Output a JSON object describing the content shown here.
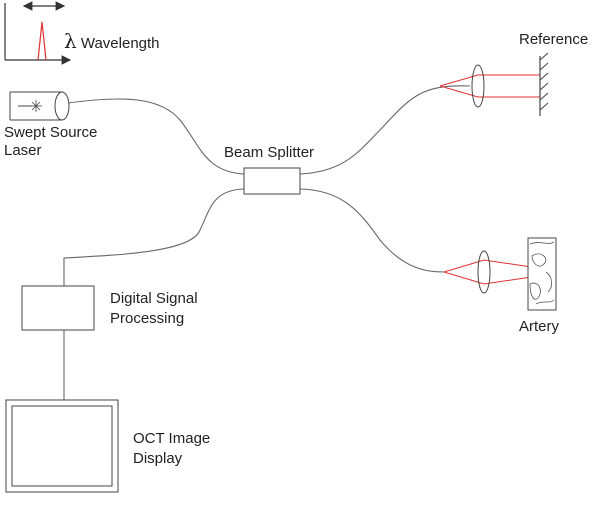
{
  "spectrum": {
    "symbol": "λ",
    "label": "Wavelength"
  },
  "laser": {
    "line1": "Swept Source",
    "line2": "Laser"
  },
  "beam_splitter": {
    "label": "Beam Splitter"
  },
  "reference": {
    "label": "Reference"
  },
  "sample": {
    "label": "Artery"
  },
  "processing": {
    "line1": "Digital Signal",
    "line2": "Processing"
  },
  "display": {
    "line1": "OCT Image",
    "line2": "Display"
  },
  "colors": {
    "fiber": "#666666",
    "beam": "#e03030",
    "outline": "#444444"
  }
}
